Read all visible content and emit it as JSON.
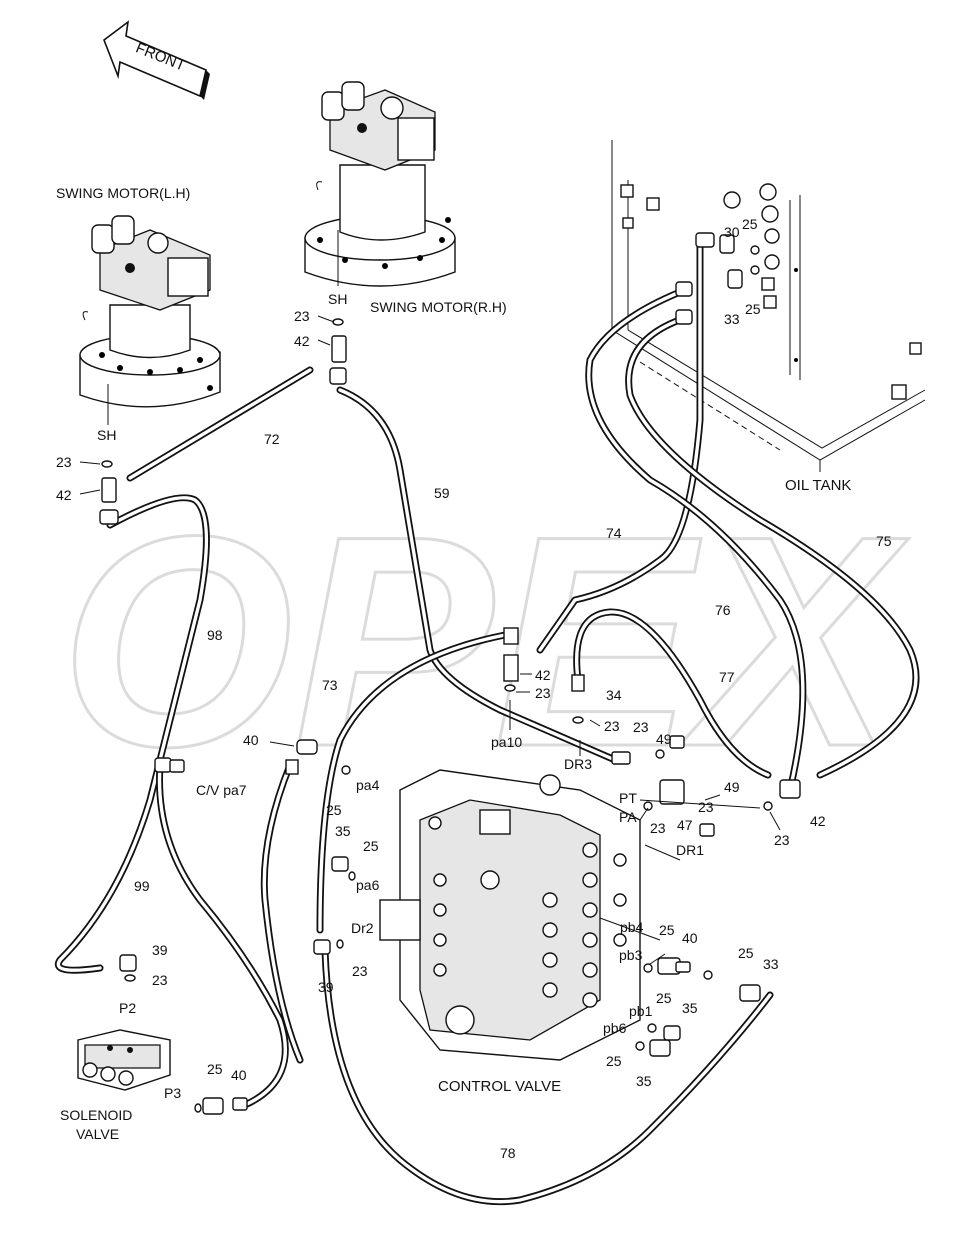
{
  "front_label": "FRONT",
  "watermark": "OPEX",
  "components": {
    "swing_motor_lh": "SWING MOTOR(L.H)",
    "swing_motor_rh": "SWING MOTOR(R.H)",
    "oil_tank": "OIL TANK",
    "control_valve": "CONTROL VALVE",
    "solenoid_valve_line1": "SOLENOID",
    "solenoid_valve_line2": "VALVE"
  },
  "callouts": {
    "sh_l": "SH",
    "n23_l": "23",
    "n42_l": "42",
    "n72": "72",
    "n98": "98",
    "n99": "99",
    "n39_a": "39",
    "n23_a": "23",
    "p2": "P2",
    "p3": "P3",
    "n25_a": "25",
    "n40_a": "40",
    "sh_r": "SH",
    "n23_r": "23",
    "n42_r": "42",
    "n59": "59",
    "n40_b": "40",
    "cv_pa7": "C/V pa7",
    "pa4": "pa4",
    "n25_b": "25",
    "n73": "73",
    "n35_a": "35",
    "n25_c": "25",
    "pa6": "pa6",
    "dr2": "Dr2",
    "n39_b": "39",
    "n23_b": "23",
    "n42_c": "42",
    "n23_c": "23",
    "pa10": "pa10",
    "n34": "34",
    "n23_d": "23",
    "dr3": "DR3",
    "n74": "74",
    "n30": "30",
    "n25_d": "25",
    "n33_a": "33",
    "n25_e": "25",
    "n75": "75",
    "n76": "76",
    "n77": "77",
    "n49_a": "49",
    "n23_e": "23",
    "n49_b": "49",
    "pt": "PT",
    "pa": "PA",
    "n23_f": "23",
    "n47": "47",
    "n23_g": "23",
    "n42_d": "42",
    "n23_h": "23",
    "dr1": "DR1",
    "pb4": "pb4",
    "n25_f": "25",
    "n40_c": "40",
    "pb3": "pb3",
    "n25_g": "25",
    "n33_b": "33",
    "pb1": "pb1",
    "pb6": "pb6",
    "n25_h": "25",
    "n35_b": "35",
    "n25_i": "25",
    "n35_c": "35",
    "n78": "78"
  }
}
